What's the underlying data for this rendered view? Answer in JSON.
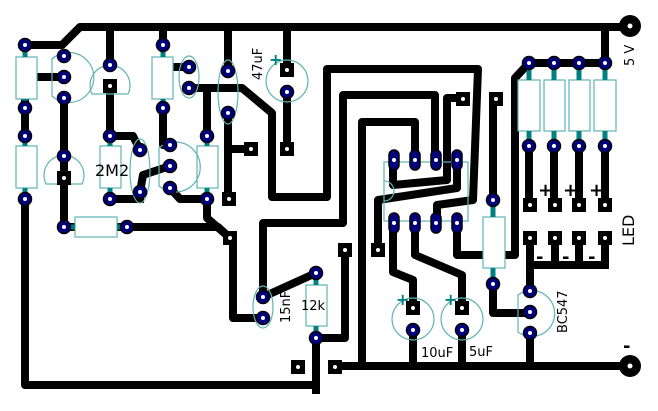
{
  "labels": {
    "supply": "5 V",
    "ground": "-",
    "c_47uF": "47uF",
    "r_2M2": "2M2",
    "c_15nF": "15nF",
    "r_12k": "12k",
    "c_10uF": "10uF",
    "c_5uF": "5uF",
    "transistor": "BC547",
    "led": "LED",
    "plus": "+",
    "minus": "-"
  },
  "colors": {
    "trace": "#000000",
    "pad": "#00007f",
    "outline": "#5fb3b3",
    "lead": "#008080"
  }
}
